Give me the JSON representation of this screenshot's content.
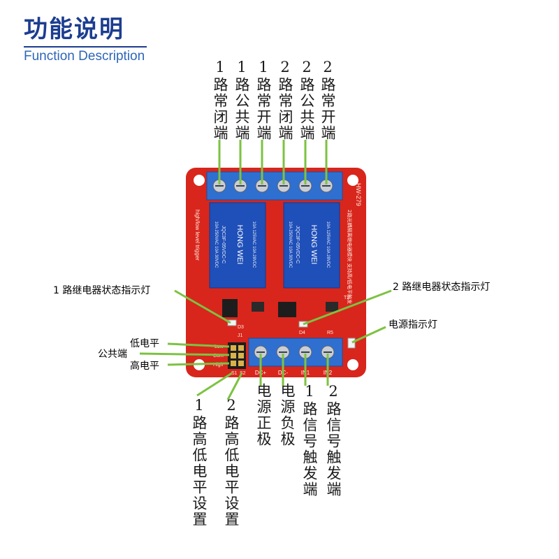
{
  "header": {
    "title": "功能说明",
    "subtitle": "Function Description"
  },
  "colors": {
    "board": "#d8261c",
    "terminal": "#2f6fd0",
    "relay": "#1f4fb8",
    "leader": "#7dc242",
    "title": "#1c3d8f",
    "subtitle": "#2d66b8"
  },
  "top_labels": [
    "1路常闭端",
    "1路公共端",
    "1路常开端",
    "2路常闭端",
    "2路公共端",
    "2路常开端"
  ],
  "bottom_labels": [
    "1路高低电平设置",
    "2路高低电平设置",
    "电源正极",
    "电源负极",
    "1路信号触发端",
    "2路信号触发端"
  ],
  "side_labels": {
    "relay1_led": "1 路继电器状态指示灯",
    "relay2_led": "2 路继电器状态指示灯",
    "power_led": "电源指示灯",
    "low_level": "低电平",
    "common": "公共端",
    "high_level": "高电平"
  },
  "board": {
    "relay_brand": "HONG WEI",
    "relay_model": "JQC3F-05VDC-C",
    "relay_rating_1": "10A 250VAC 10A 30VDC",
    "relay_rating_2": "10A 125VAC 10A 28VDC",
    "board_code": "HW-279",
    "edge_text_left": "high/low level trigger",
    "edge_text_right": "2路光耦隔离继电器模块 支持高/低电平触发",
    "bottom_pins": [
      "DC+",
      "DC-",
      "IN1",
      "IN2"
    ],
    "jumper_labels": [
      "Low",
      "Com",
      "High"
    ],
    "jumper_pins": [
      "S1",
      "S2"
    ],
    "parts": [
      "D3",
      "D4",
      "R5",
      "T2",
      "J1"
    ]
  }
}
